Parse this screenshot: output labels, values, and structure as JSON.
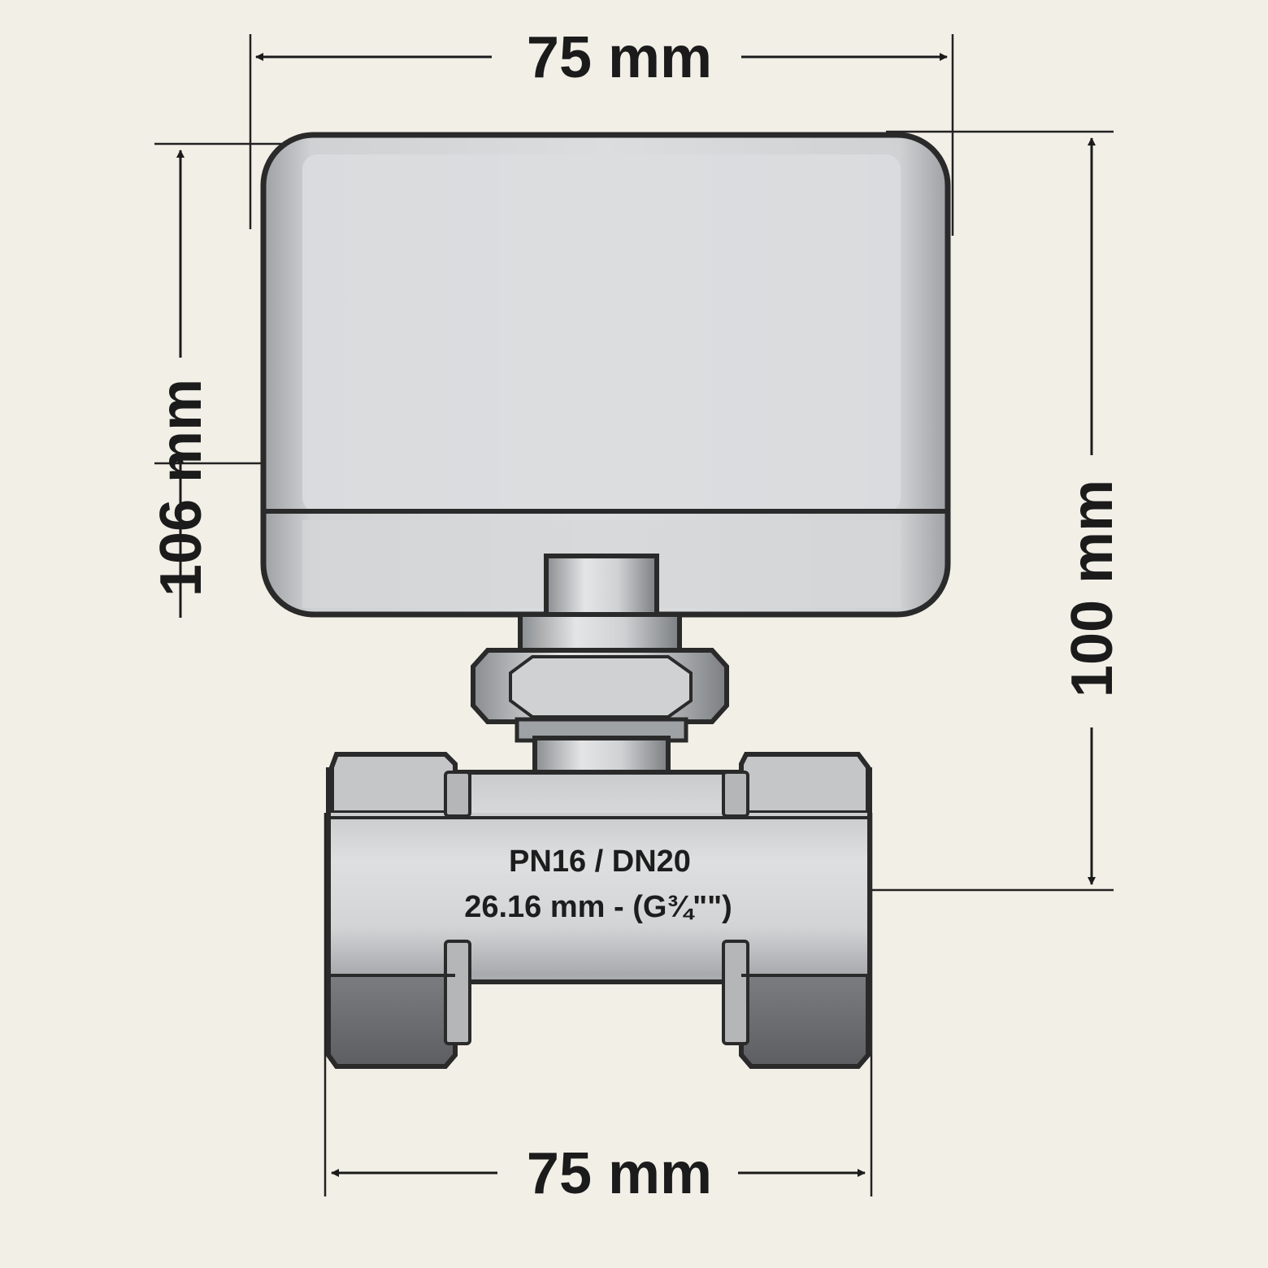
{
  "dimensions": {
    "top_width": "75 mm",
    "bottom_width": "75 mm",
    "left_height": "106 mm",
    "right_height": "100 mm"
  },
  "body_label": {
    "line1": "PN16 / DN20",
    "line2": "26.16 mm - (G¾\"\")"
  },
  "colors": {
    "background": "#f2efe7",
    "outline": "#2a2a2a",
    "metal_light": "#d9dadb",
    "metal_mid": "#b9bbbd",
    "metal_dark": "#6d6f72"
  }
}
